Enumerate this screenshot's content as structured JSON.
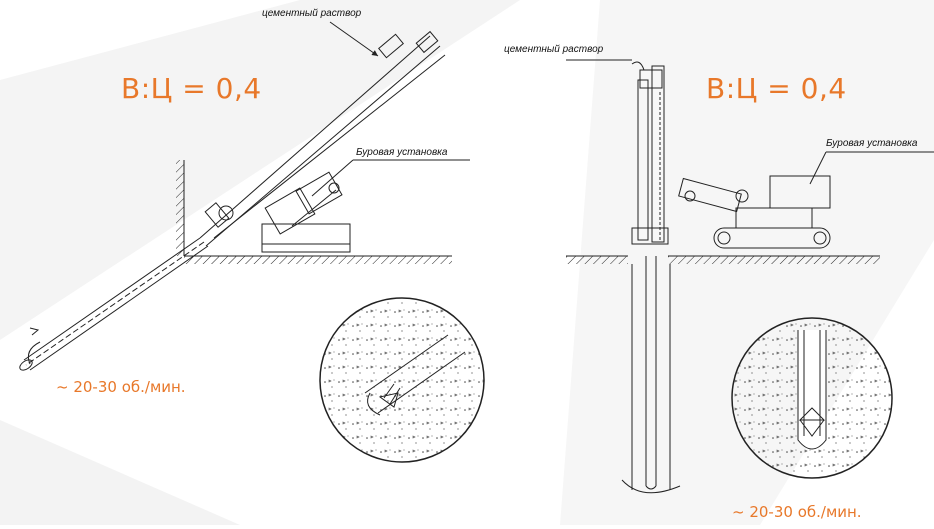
{
  "left_diagram": {
    "mortar_label": "цементный раствор",
    "rig_label": "Буровая установка",
    "ratio": "В:Ц = 0,4",
    "speed": "~ 20-30 об./мин."
  },
  "right_diagram": {
    "mortar_label": "цементный раствор",
    "rig_label": "Буровая установка",
    "ratio": "В:Ц = 0,4",
    "speed": "~ 20-30 об./мин."
  },
  "colors": {
    "accent": "#e8782a",
    "line": "#222222",
    "bg_shape": "#f2f2f2"
  }
}
